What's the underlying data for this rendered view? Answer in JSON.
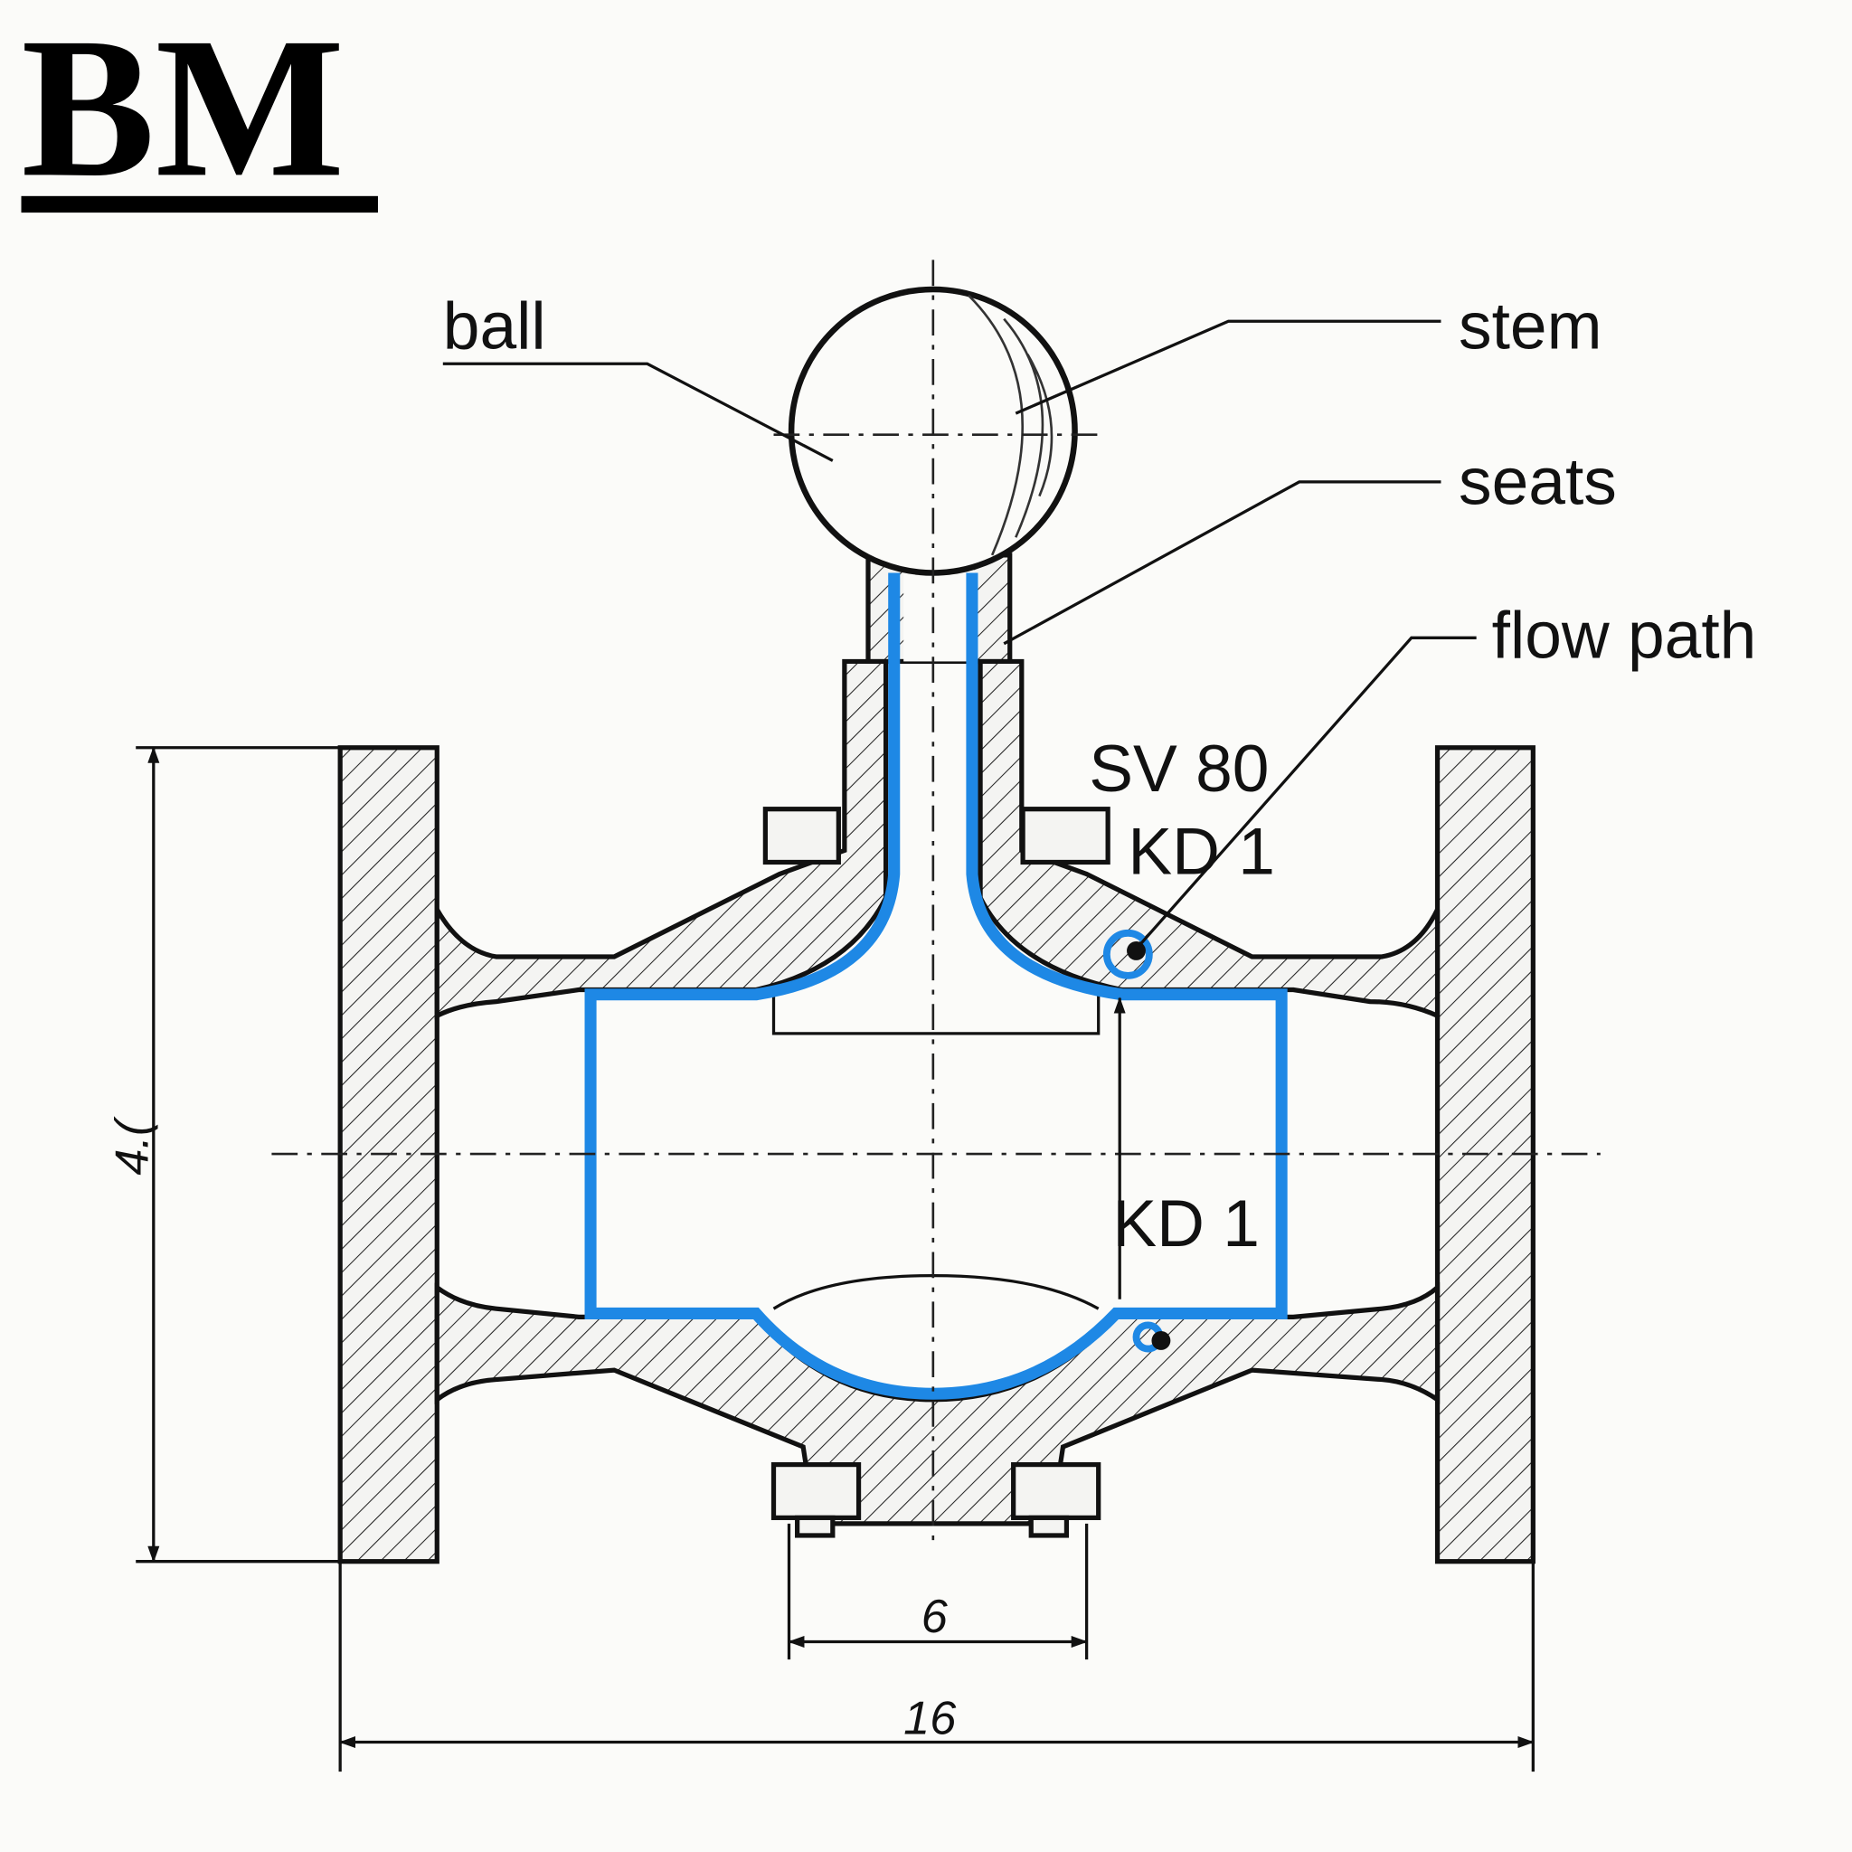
{
  "logo": {
    "text": "BM"
  },
  "labels": {
    "ball": "ball",
    "stem": "stem",
    "seats": "seats",
    "flow_path": "flow path",
    "sv": "SV 80",
    "kd_upper": "KD 1",
    "kd_lower": "KD 1"
  },
  "dimensions": {
    "height": "4.(",
    "bolt_spacing": "6",
    "overall_length": "16"
  },
  "colors": {
    "flow": "#1e88e5",
    "line": "#111111"
  }
}
